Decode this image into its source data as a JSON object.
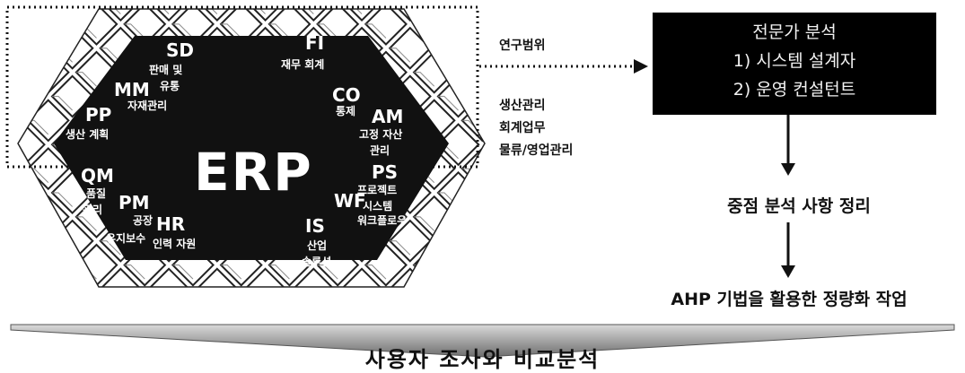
{
  "erp_label": "ERP",
  "modules": {
    "sd": {
      "code": "SD",
      "desc": "판매 및",
      "desc2": "유통"
    },
    "fi": {
      "code": "FI",
      "desc": "재무 회계"
    },
    "mm": {
      "code": "MM",
      "desc": "자재관리"
    },
    "co": {
      "code": "CO",
      "desc": "통제"
    },
    "pp": {
      "code": "PP",
      "desc": "생산 계획"
    },
    "am": {
      "code": "AM",
      "desc": "고정 자산",
      "desc2": "관리"
    },
    "ps": {
      "code": "PS",
      "desc": "프로젝트",
      "desc2": "시스템"
    },
    "qm": {
      "code": "QM",
      "desc": "품질",
      "desc2": "관리"
    },
    "pm": {
      "code": "PM",
      "desc": "공장",
      "desc2": "유지보수"
    },
    "hr": {
      "code": "HR",
      "desc": "인력 자원"
    },
    "wf": {
      "code": "WF",
      "desc": "워크플로우"
    },
    "is": {
      "code": "IS",
      "desc": "산업",
      "desc2": "솔루션"
    }
  },
  "scope_label": "연구범위",
  "scope_items": [
    "생산관리",
    "회계업무",
    "물류/영업관리"
  ],
  "expert_box": {
    "title": "전문가 분석",
    "line1": "1) 시스템 설계자",
    "line2": "2) 운영 컨설턴트"
  },
  "summary_label": "중점 분석 사항 정리",
  "ahp_label": "AHP 기법을 활용한 정량화 작업",
  "banner_label": "사용자 조사와 비교분석",
  "colors": {
    "box": "#000000",
    "grid": "#222222",
    "banner": "#7a7a7a"
  }
}
